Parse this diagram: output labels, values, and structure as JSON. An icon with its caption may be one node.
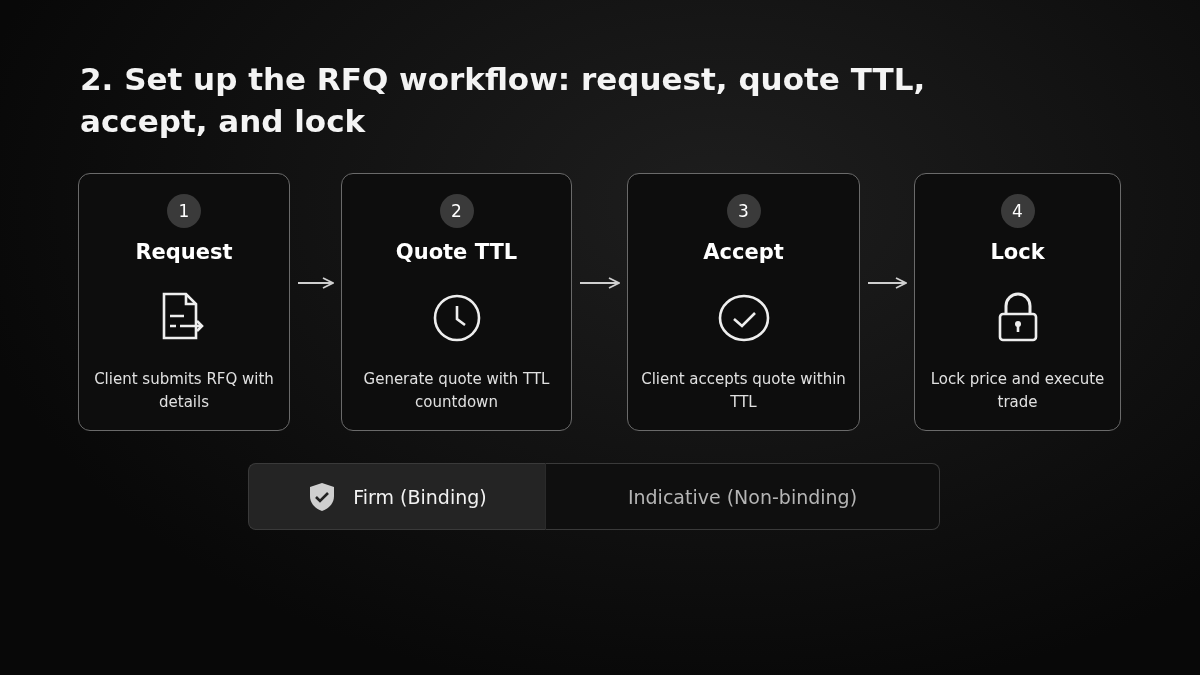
{
  "diagram": {
    "title": "2. Set up the RFQ workflow: request, quote TTL, accept, and lock",
    "nodes": [
      {
        "text": [
          "1",
          "Request",
          "Client submits RFQ with details"
        ]
      },
      {
        "text": [
          "2",
          "Quote TTL",
          "Generate quote with TTL countdown"
        ]
      },
      {
        "text": [
          "3",
          "Accept",
          "Client accepts quote within TTL"
        ]
      },
      {
        "text": [
          "4",
          "Lock",
          "Lock price and execute trade"
        ]
      },
      {
        "text": [
          "Firm (Binding)"
        ]
      },
      {
        "text": [
          "Indicative (Non-binding)"
        ]
      }
    ],
    "edges": [
      {
        "from": 0,
        "to": 1,
        "arrow": "to"
      },
      {
        "from": 1,
        "to": 2,
        "arrow": "to"
      },
      {
        "from": 2,
        "to": 3,
        "arrow": "to"
      }
    ]
  }
}
